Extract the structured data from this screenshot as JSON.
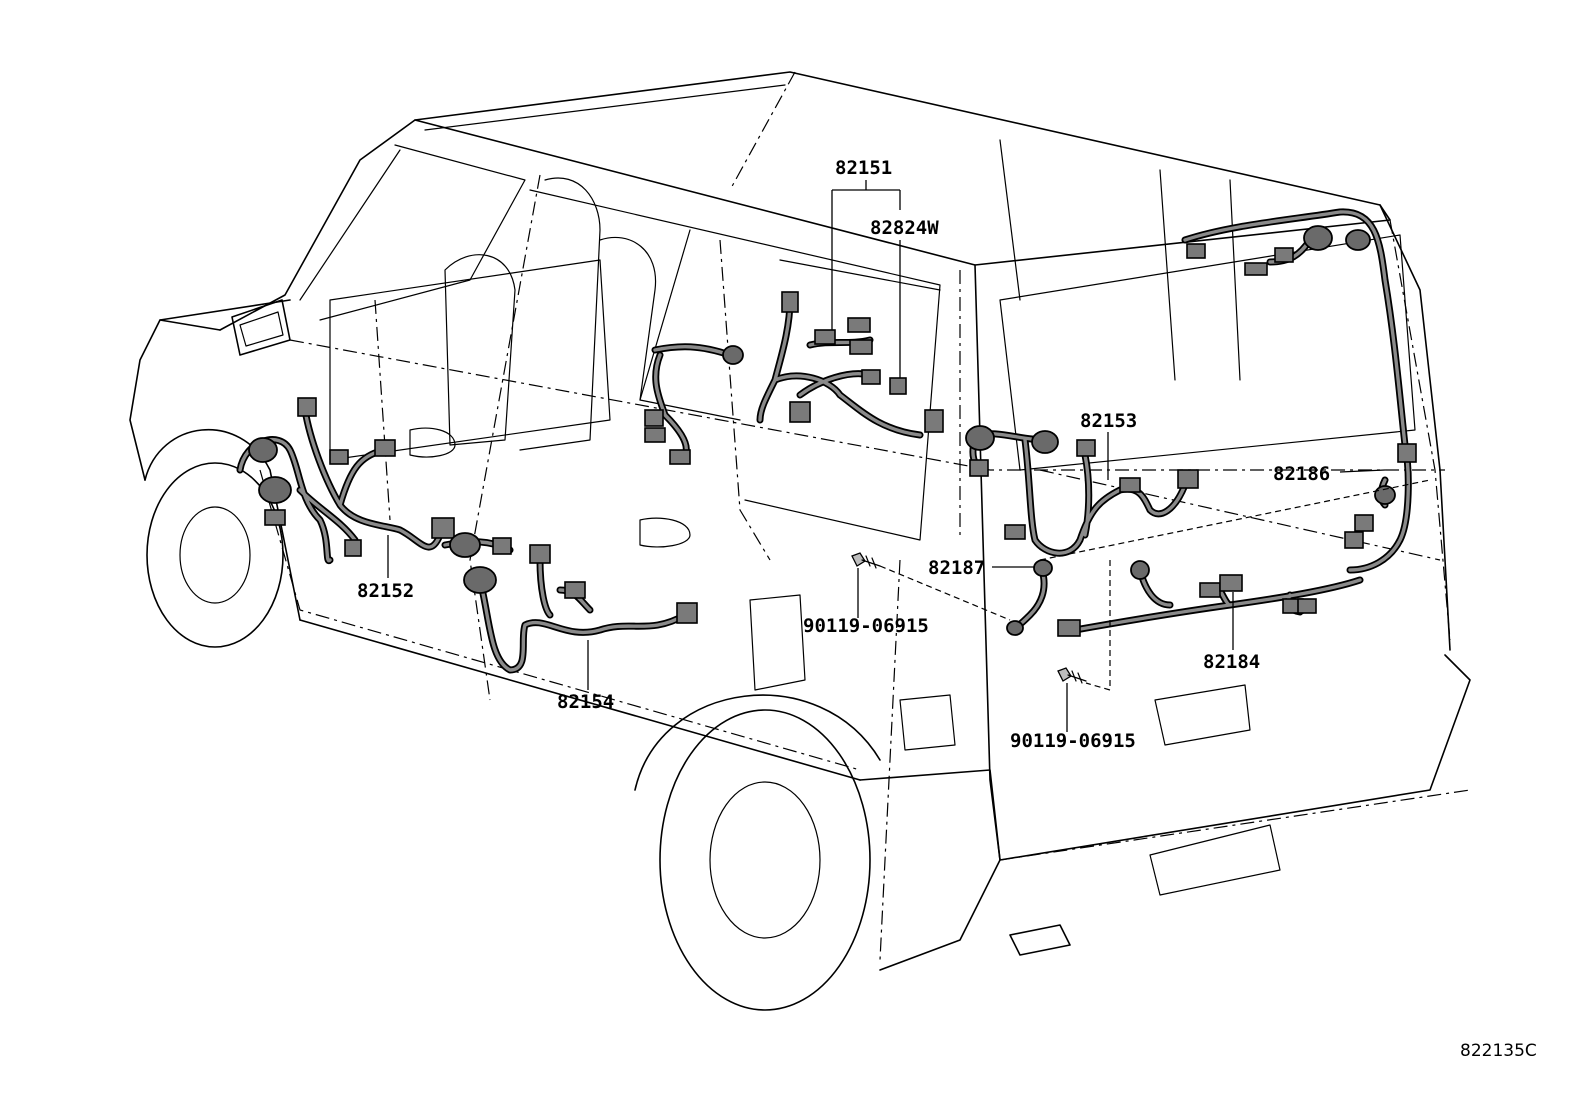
{
  "diagram": {
    "callouts": [
      {
        "id": "82151",
        "text": "82151"
      },
      {
        "id": "82824W",
        "text": "82824W"
      },
      {
        "id": "82152",
        "text": "82152"
      },
      {
        "id": "82153",
        "text": "82153"
      },
      {
        "id": "82154",
        "text": "82154"
      },
      {
        "id": "82186",
        "text": "82186"
      },
      {
        "id": "82187",
        "text": "82187"
      },
      {
        "id": "82184",
        "text": "82184"
      },
      {
        "id": "bolt-a",
        "text": "90119-06915"
      },
      {
        "id": "bolt-b",
        "text": "90119-06915"
      }
    ],
    "illustration_code": "822135C"
  }
}
